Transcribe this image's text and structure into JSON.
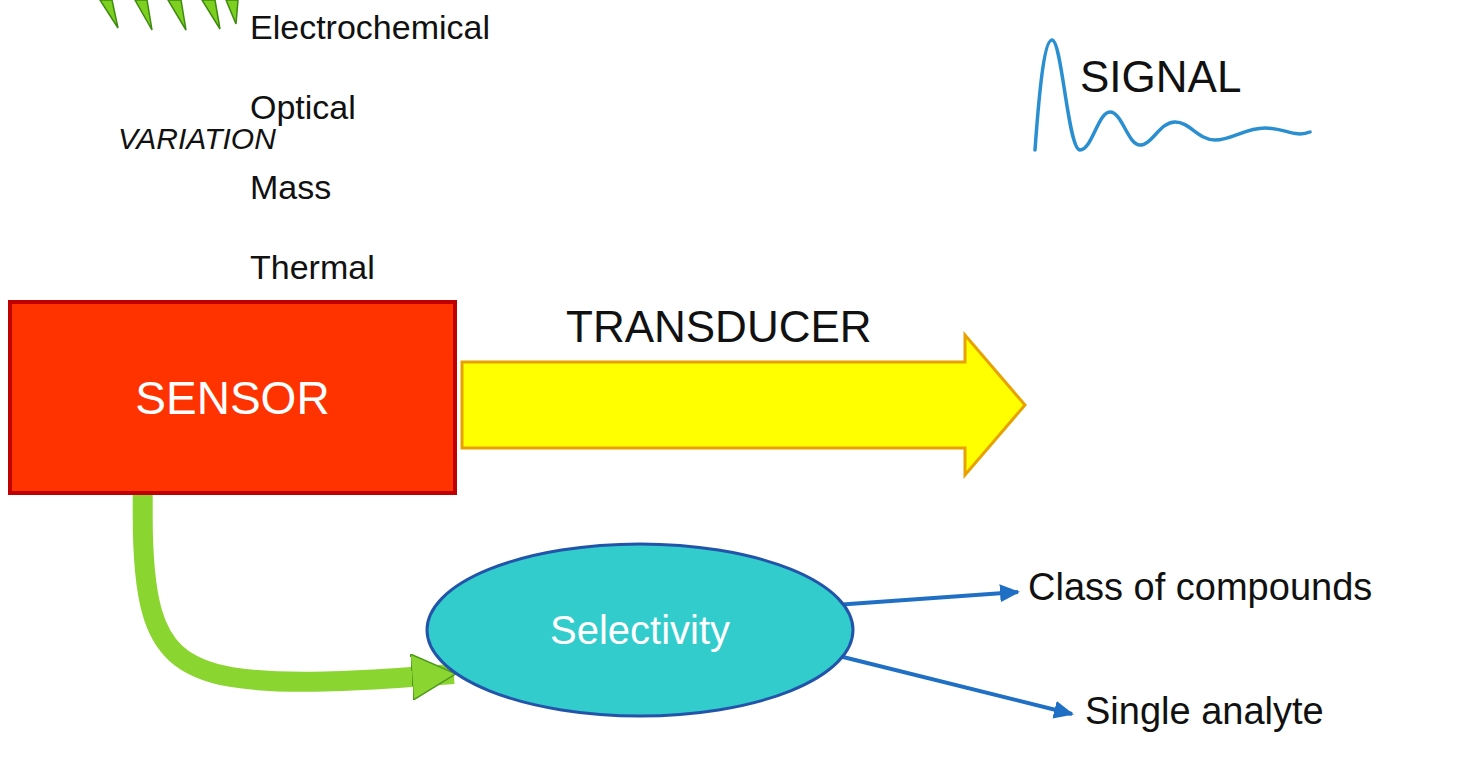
{
  "diagram": {
    "nodes": [
      {
        "text": [
          "SENSOR"
        ]
      },
      {
        "text": [
          "Selectivity"
        ]
      }
    ],
    "edges": [
      {
        "from": 0,
        "to": 1,
        "arrow": "to"
      }
    ],
    "labels": [
      "Electrochemical",
      "VARIATION",
      "Optical",
      "Mass",
      "Thermal",
      "TRANSDUCER",
      "SIGNAL",
      "Class of compounds",
      "Single analyte"
    ]
  }
}
